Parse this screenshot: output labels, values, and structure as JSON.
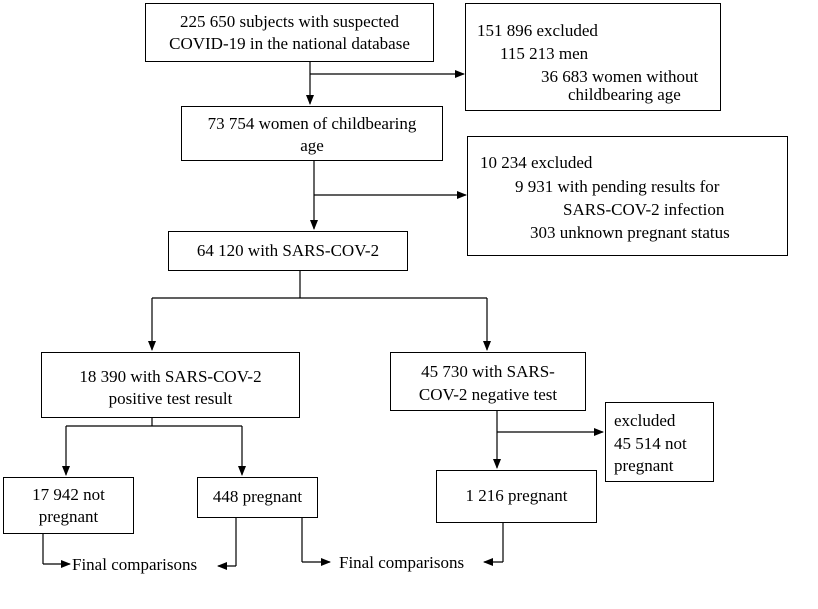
{
  "boxes": {
    "top": {
      "line1": "225 650 subjects with  suspected",
      "line2": "COVID-19 in the national database"
    },
    "excl1": {
      "title": "151 896 excluded",
      "item1": "115 213 men",
      "item2a": "36 683 women without",
      "item2b": "childbearing age"
    },
    "women": {
      "line1": "73 754 women of childbearing",
      "line2": "age"
    },
    "excl2": {
      "title": "10 234 excluded",
      "item1a": "9 931 with  pending results for",
      "item1b": "SARS-COV-2 infection",
      "item2": "303  unknown pregnant status"
    },
    "sars": {
      "line1": "64 120 with SARS-COV-2"
    },
    "pos": {
      "line1": "18 390 with SARS-COV-2",
      "line2": "positive test result"
    },
    "neg": {
      "line1": "45 730 with SARS-",
      "line2": "COV-2 negative test"
    },
    "excl3": {
      "line1": "excluded",
      "line2": "45 514 not",
      "line3": "pregnant"
    },
    "notpreg": {
      "line1": "17 942 not",
      "line2": "pregnant"
    },
    "preg448": {
      "line1": "448 pregnant"
    },
    "preg1216": {
      "line1": "1 216 pregnant"
    }
  },
  "labels": {
    "final1": "Final comparisons",
    "final2": "Final comparisons"
  }
}
